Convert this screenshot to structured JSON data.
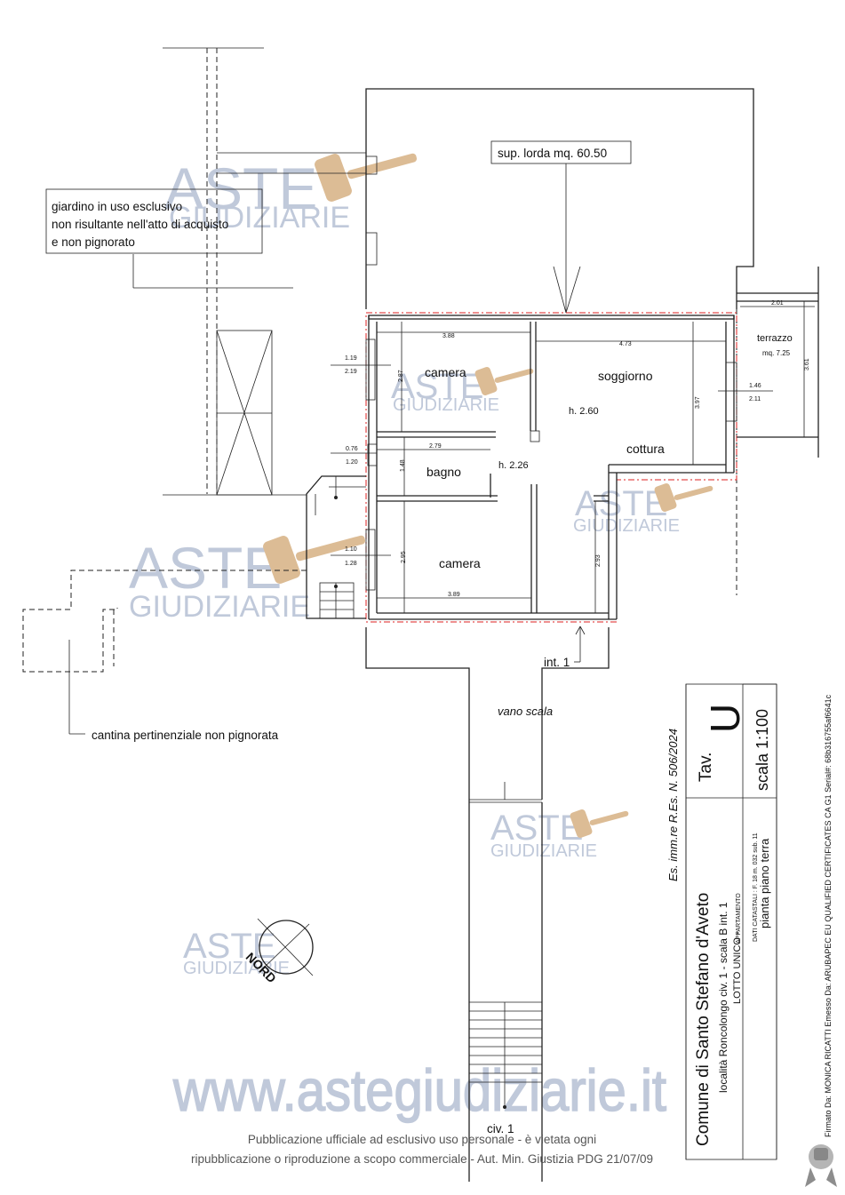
{
  "annotations": {
    "surface": "sup. lorda mq. 60.50",
    "garden_lines": [
      "giardino in uso esclusivo",
      "non risultante nell'atto di acquisto",
      "e non pignorato"
    ],
    "cellar": "cantina pertinenziale non pignorata",
    "int": "int. 1",
    "stair": "vano scala",
    "civ": "civ. 1",
    "north": "NORD"
  },
  "rooms": {
    "camera1": "camera",
    "soggiorno": "soggiorno",
    "h_soggiorno": "h. 2.60",
    "cottura": "cottura",
    "bagno": "bagno",
    "h_bagno": "h. 2.26",
    "camera2": "camera",
    "terrazzo": "terrazzo",
    "terrazzo_area": "mq. 7.25"
  },
  "dimensions": {
    "d388": "3.88",
    "d473": "4.73",
    "d201": "2.01",
    "d387": "2.87",
    "d397": "3.97",
    "d361": "3.61",
    "d146": "1.46",
    "d211": "2.11",
    "d119a": "1.19",
    "d219": "2.19",
    "d076": "0.76",
    "d120": "1.20",
    "d279": "2.79",
    "d148": "1.48",
    "d110": "1.10",
    "d128": "1.28",
    "d295": "2.95",
    "d293": "2.93",
    "d389": "3.89"
  },
  "titleblock": {
    "case": "Es. imm.re  R.Es. N. 506/2024",
    "tav": "Tav.",
    "tav_letter": "U",
    "scale": "scala 1:100",
    "comune": "Comune di Santo Stefano d'Aveto",
    "localita": "località Roncolongo civ. 1 - scala B int. 1",
    "lotto": "LOTTO UNICO -",
    "tipo": "APPARTAMENTO",
    "catastali": "DATI CATASTALI : F. 18 m. 032 sub. 11",
    "pianta": "pianta piano terra"
  },
  "signature": "Firmato Da: MONICA RICATTI Emesso Da: ARUBAPEC EU QUALIFIED CERTIFICATES CA G1 Serial#: 68b316755af6641c",
  "watermark": {
    "brand": "ASTE",
    "sub": "GIUDIZIARIE",
    "site": "www.astegiudiziarie.it"
  },
  "publication": {
    "line1": "Pubblicazione ufficiale ad esclusivo uso personale - è vietata ogni",
    "line2": "ripubblicazione o riproduzione a scopo commerciale - Aut. Min. Giustizia PDG 21/07/09"
  },
  "colors": {
    "watermark": "#b9c3d6",
    "boundary": "#dd2222",
    "ink": "#222222"
  }
}
